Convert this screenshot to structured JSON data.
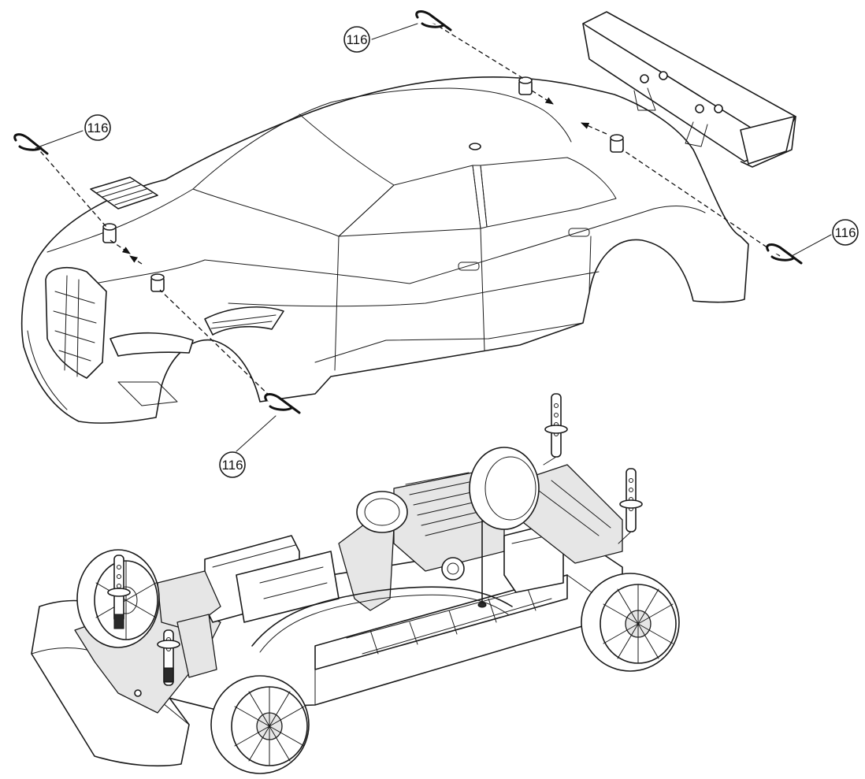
{
  "callouts": [
    {
      "label": "116"
    },
    {
      "label": "116"
    },
    {
      "label": "116"
    },
    {
      "label": "116"
    }
  ],
  "colors": {
    "line": "#1a1a1a",
    "background": "#ffffff",
    "shade": "#e6e6e6"
  }
}
